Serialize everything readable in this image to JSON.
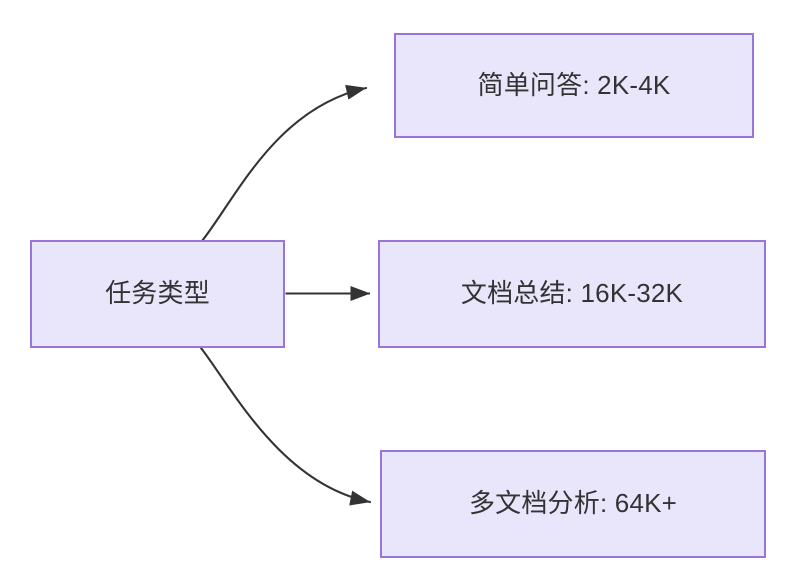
{
  "diagram": {
    "type": "flowchart",
    "direction": "left-to-right",
    "background_color": "#ffffff",
    "node_fill_color": "#e9e5fb",
    "node_border_color": "#9a74d8",
    "node_text_color": "#333333",
    "edge_color": "#333333",
    "nodes": [
      {
        "id": "root",
        "label": "任务类型"
      },
      {
        "id": "simple-qa",
        "label": "简单问答: 2K-4K"
      },
      {
        "id": "doc-summary",
        "label": "文档总结: 16K-32K"
      },
      {
        "id": "multi-doc",
        "label": "多文档分析: 64K+"
      }
    ],
    "edges": [
      {
        "from": "root",
        "to": "simple-qa",
        "label": "",
        "style": "curved",
        "arrow": "triangle"
      },
      {
        "from": "root",
        "to": "doc-summary",
        "label": "",
        "style": "straight",
        "arrow": "triangle"
      },
      {
        "from": "root",
        "to": "multi-doc",
        "label": "",
        "style": "curved",
        "arrow": "triangle"
      }
    ]
  }
}
